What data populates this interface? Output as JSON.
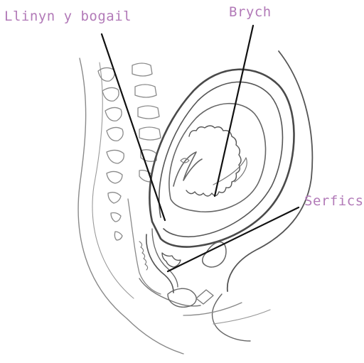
{
  "labels": {
    "umbilical_cord": "Llinyn y bogail",
    "placenta": "Brych",
    "cervix": "Serfics"
  },
  "colors": {
    "label": "#b27ab8",
    "leader_line": "#111111",
    "outline": "#555555",
    "light_outline": "#8a8a8a",
    "background": "#ffffff"
  }
}
